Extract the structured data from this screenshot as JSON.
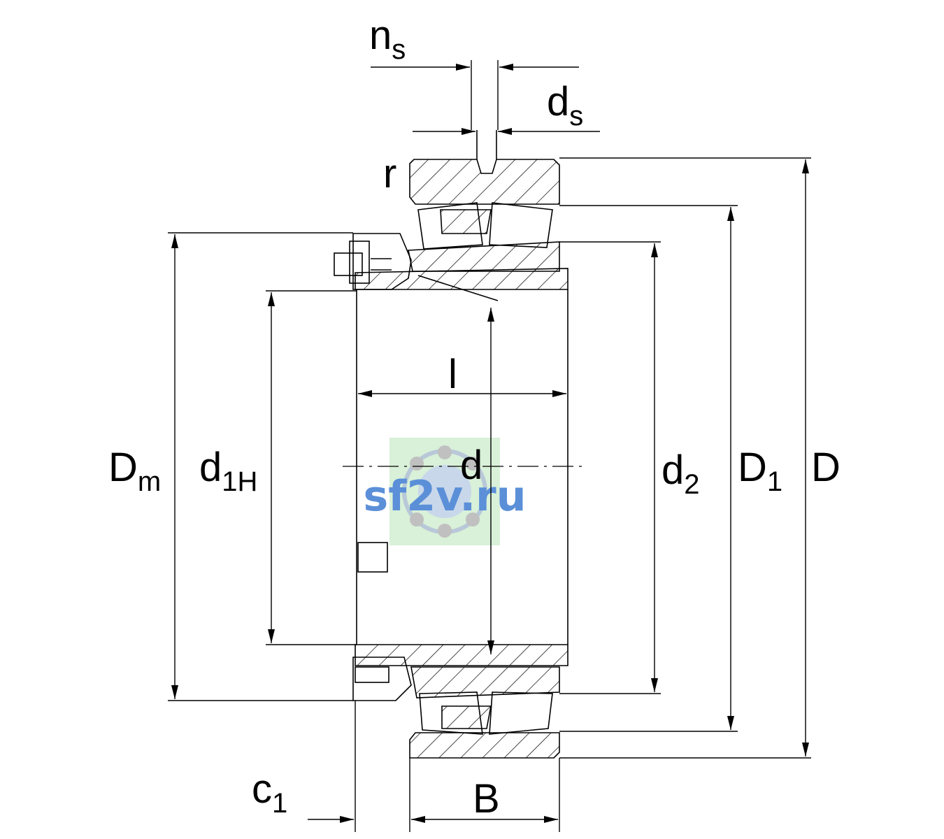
{
  "labels": {
    "ns": {
      "main": "n",
      "sub": "s"
    },
    "ds": {
      "main": "d",
      "sub": "s"
    },
    "r": "r",
    "l": "l",
    "d": "d",
    "Dm": {
      "main": "D",
      "sub": "m"
    },
    "d1H": {
      "main": "d",
      "sub": "1H"
    },
    "d2": {
      "main": "d",
      "sub": "2"
    },
    "D1": {
      "main": "D",
      "sub": "1"
    },
    "D": "D",
    "c1": {
      "main": "c",
      "sub": "1"
    },
    "B": "B"
  },
  "watermark": {
    "text": "sf2v.ru",
    "color": "#5b8fd8",
    "background": "#d9f0d9"
  },
  "colors": {
    "line": "#000000",
    "background": "#ffffff"
  }
}
